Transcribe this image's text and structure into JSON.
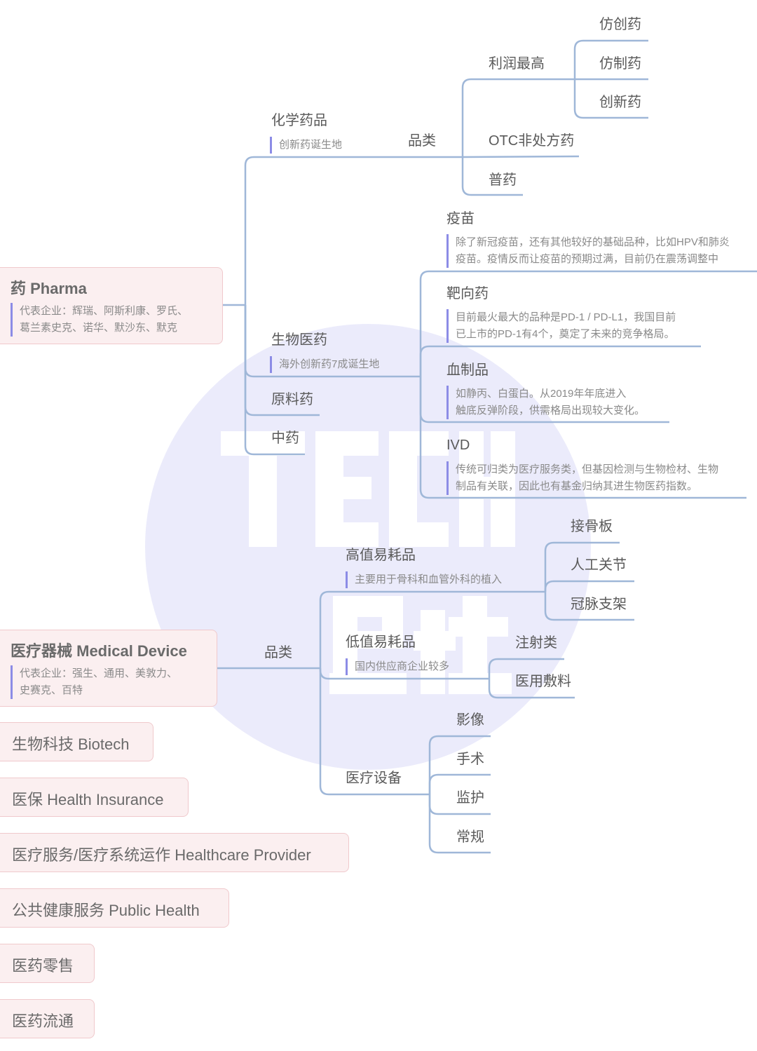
{
  "colors": {
    "line": "#9fb7d8",
    "note_bar": "#8c8ce6",
    "box_bg": "#fbeff0",
    "box_border": "#f0c9cc",
    "watermark": "#ebebfb"
  },
  "watermark": {
    "line1": "TECH",
    "line2": "星球"
  },
  "pharma": {
    "title": "药 Pharma",
    "note": [
      "代表企业：辉瑞、阿斯利康、罗氏、",
      "葛兰素史克、诺华、默沙东、默克"
    ],
    "chem": {
      "label": "化学药品",
      "note": "创新药诞生地",
      "category": "品类",
      "profit": "利润最高",
      "profit_items": [
        "仿创药",
        "仿制药",
        "创新药"
      ],
      "otc": "OTC非处方药",
      "generic": "普药"
    },
    "bio": {
      "label": "生物医药",
      "note": "海外创新药7成诞生地",
      "items": [
        {
          "label": "疫苗",
          "note": [
            "除了新冠疫苗，还有其他较好的基础品种，比如HPV和肺炎",
            "疫苗。疫情反而让疫苗的预期过满，目前仍在震荡调整中"
          ]
        },
        {
          "label": "靶向药",
          "note": [
            "目前最火最大的品种是PD-1 / PD-L1，我国目前",
            "已上市的PD-1有4个，奠定了未来的竞争格局。"
          ]
        },
        {
          "label": "血制品",
          "note": [
            "如静丙、白蛋白。从2019年年底进入",
            "触底反弹阶段，供需格局出现较大变化。"
          ]
        },
        {
          "label": "IVD",
          "note": [
            "传统可归类为医疗服务类，但基因检测与生物检材、生物",
            "制品有关联，因此也有基金归纳其进生物医药指数。"
          ]
        }
      ]
    },
    "api": "原料药",
    "tcm": "中药"
  },
  "device": {
    "title": "医疗器械 Medical Device",
    "note": [
      "代表企业：强生、通用、美敦力、",
      "史赛克、百特"
    ],
    "category": "品类",
    "high": {
      "label": "高值易耗品",
      "note": "主要用于骨科和血管外科的植入",
      "items": [
        "接骨板",
        "人工关节",
        "冠脉支架"
      ]
    },
    "low": {
      "label": "低值易耗品",
      "note": "国内供应商企业较多",
      "items": [
        "注射类",
        "医用敷料"
      ]
    },
    "equip": {
      "label": "医疗设备",
      "items": [
        "影像",
        "手术",
        "监护",
        "常规"
      ]
    }
  },
  "others": [
    "生物科技 Biotech",
    "医保 Health Insurance",
    "医疗服务/医疗系统运作 Healthcare Provider",
    "公共健康服务 Public Health",
    "医药零售",
    "医药流通"
  ]
}
